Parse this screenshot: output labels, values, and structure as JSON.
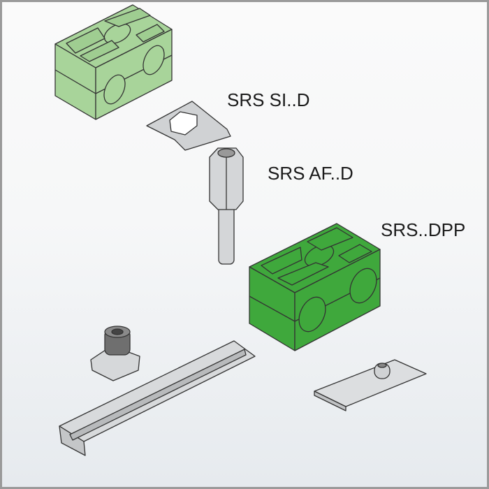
{
  "labels": {
    "washer_plate": "SRS SI..D",
    "stacking_bolt": "SRS AF..D",
    "clamp_block": "SRS..DPP"
  },
  "colors": {
    "light_green": "#a8d49a",
    "green": "#3fa83c",
    "metal": "#d0d2d4",
    "outline": "#333333"
  }
}
